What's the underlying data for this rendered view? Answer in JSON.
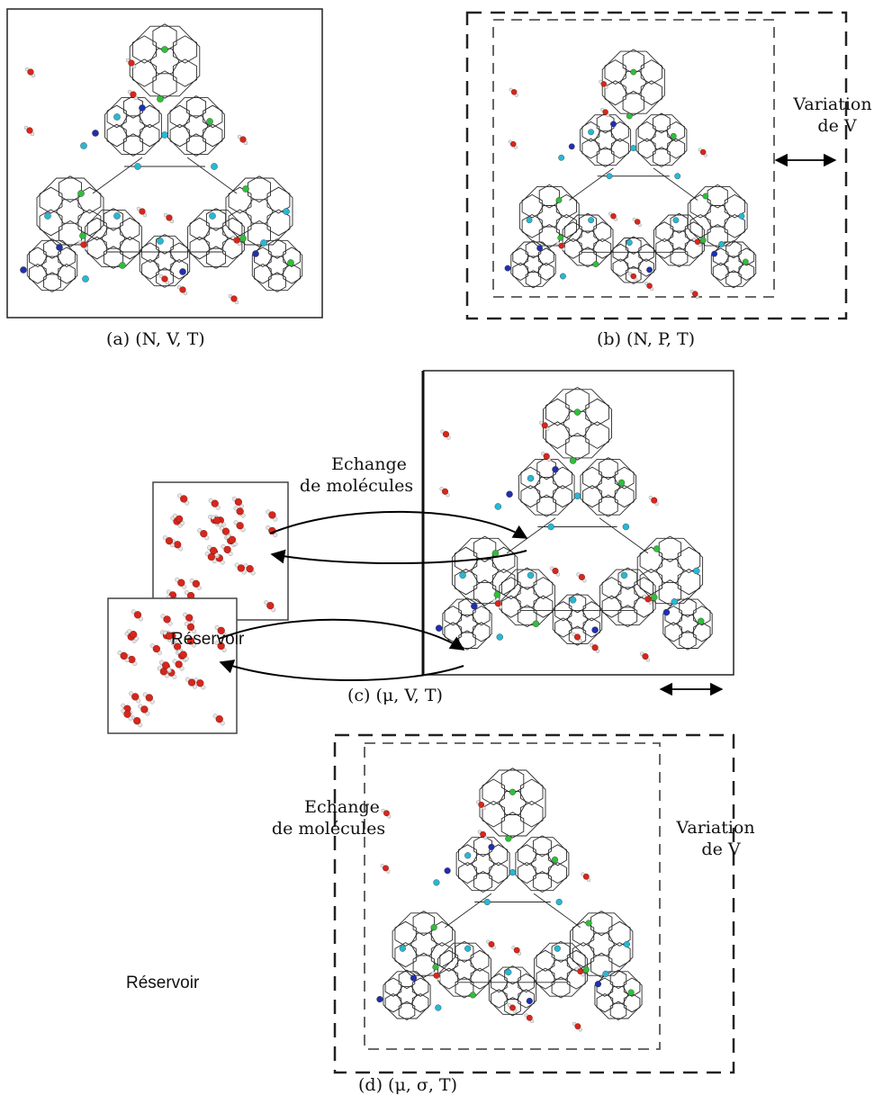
{
  "panels": {
    "a": {
      "caption": "(a) (N, V, T)"
    },
    "b": {
      "caption": "(b) (N, P, T)",
      "volume_label_1": "Variation",
      "volume_label_2": "de V"
    },
    "c": {
      "caption": "(c) (μ, V, T)",
      "exchange_label_1": "Echange",
      "exchange_label_2": "de molécules",
      "reservoir_label": "Réservoir"
    },
    "d": {
      "caption": "(d) (μ, σ, T)",
      "exchange_label_1": "Echange",
      "exchange_label_2": "de molécules",
      "reservoir_label": "Réservoir",
      "volume_label_1": "Variation",
      "volume_label_2": "de V"
    }
  },
  "colors": {
    "ion_green": "#2fbf3a",
    "ion_cyan": "#27b8d4",
    "ion_blue": "#1f2fb0",
    "water_red": "#d8261c",
    "water_h": "#e6e6e6",
    "framework": "#2a2a2a"
  }
}
